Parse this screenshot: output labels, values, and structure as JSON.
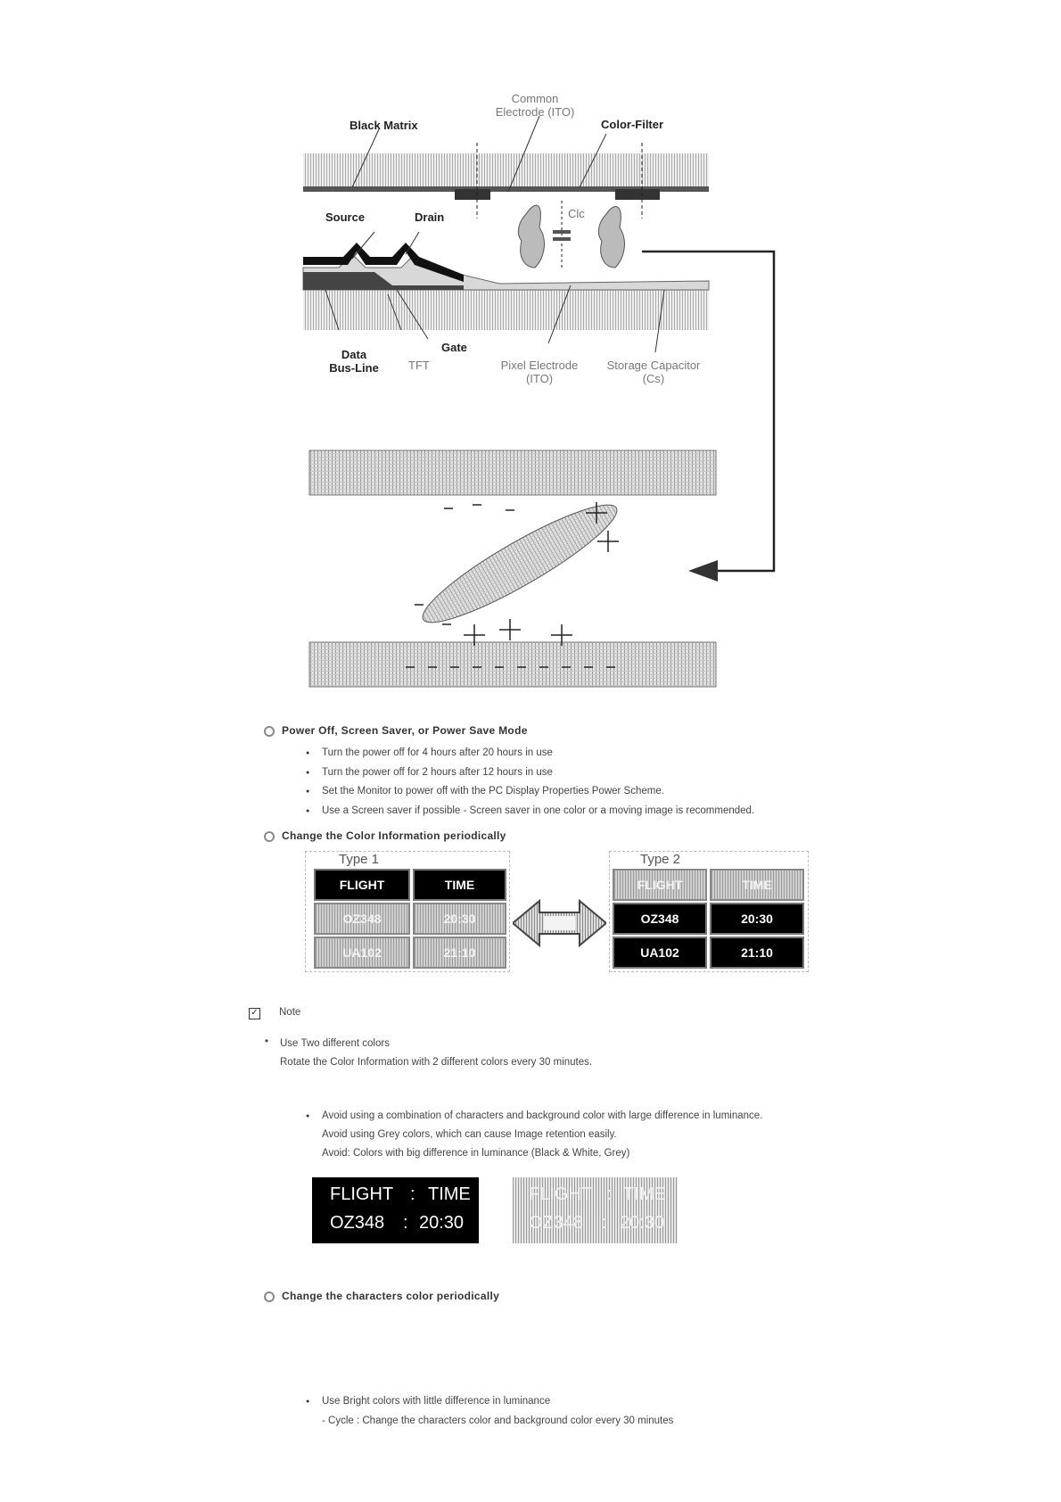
{
  "diagram": {
    "labels": {
      "common_electrode": "Common\nElectrode (ITO)",
      "black_matrix": "Black Matrix",
      "color_filter": "Color-Filter",
      "source": "Source",
      "drain": "Drain",
      "clc": "Clc",
      "gate": "Gate",
      "data_bus_line": "Data\nBus-Line",
      "tft": "TFT",
      "pixel_electrode": "Pixel Electrode\n(ITO)",
      "storage_capacitor": "Storage Capacitor\n(Cs)"
    }
  },
  "section_power": {
    "heading": "Power Off, Screen Saver, or Power Save Mode",
    "items": [
      "Turn the power off for 4 hours after 20 hours in use",
      "Turn the power off for 2 hours after 12 hours in use",
      "Set the Monitor to power off with the PC Display Properties Power Scheme.",
      "Use a Screen saver if possible - Screen saver in one color or a moving image is recommended."
    ]
  },
  "section_color_info": {
    "heading": "Change the Color Information periodically",
    "type1": "Type 1",
    "type2": "Type 2",
    "table": {
      "header": [
        "FLIGHT",
        "TIME"
      ],
      "rows": [
        [
          "OZ348",
          "20:30"
        ],
        [
          "UA102",
          "21:10"
        ]
      ]
    }
  },
  "note": {
    "label": "Note",
    "bullet": "Use Two different colors",
    "detail": "Rotate the Color Information with 2 different colors every 30 minutes."
  },
  "avoid": {
    "bullet": "Avoid using a combination of characters and background color with large difference in luminance.",
    "line2": "Avoid using Grey colors, which can cause Image retention easily.",
    "line3": "Avoid: Colors with big difference in luminance (Black & White, Grey)",
    "sample": {
      "row1": [
        "FLIGHT",
        ":",
        "TIME"
      ],
      "row2": [
        "OZ348",
        ":",
        "20:30"
      ]
    }
  },
  "section_characters": {
    "heading": "Change the characters color periodically",
    "bullet": "Use Bright colors with little difference in luminance",
    "detail": "- Cycle : Change the characters color and background color every 30 minutes"
  }
}
